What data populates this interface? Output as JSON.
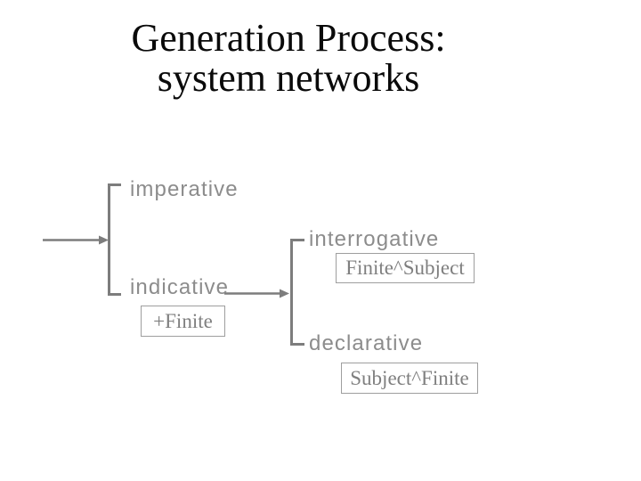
{
  "slide": {
    "title": {
      "line1": "Generation Process:",
      "line2": "system networks"
    }
  },
  "network": {
    "mood_system": {
      "options": [
        {
          "label": "imperative"
        },
        {
          "label": "indicative",
          "realization": "+Finite"
        }
      ]
    },
    "indicative_system": {
      "options": [
        {
          "label": "interrogative",
          "realization": "Finite^Subject"
        },
        {
          "label": "declarative",
          "realization": "Subject^Finite"
        }
      ]
    }
  },
  "colors": {
    "background": "#ffffff",
    "title_text": "#0a0a0a",
    "connector_gray": "#7d7d7d",
    "label_gray": "#8c8c8c",
    "realization_text_gray": "#7f7f7f",
    "realization_border_gray": "#9e9e9e"
  }
}
